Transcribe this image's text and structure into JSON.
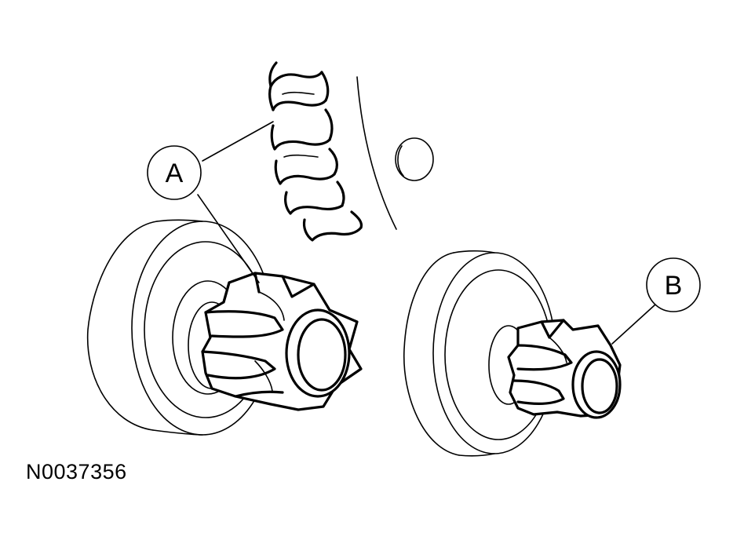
{
  "figure": {
    "id": "N0037356",
    "callouts": [
      {
        "letter": "A"
      },
      {
        "letter": "B"
      }
    ]
  }
}
